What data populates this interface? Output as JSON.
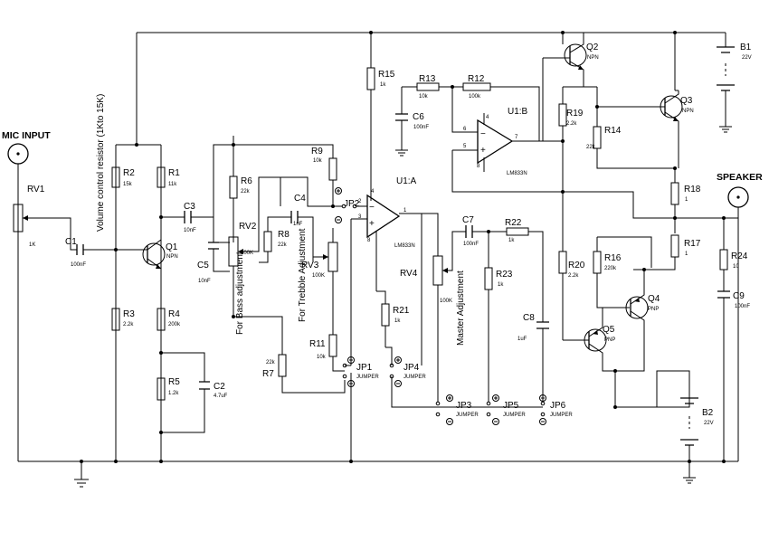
{
  "labels": {
    "mic_input": "MIC INPUT",
    "speaker": "SPEAKER",
    "volume_note": "Volume control resistor (1Kto 15K)",
    "bass_note": "For Bass adjustment",
    "treble_note": "For Trebble Adjustment",
    "master_note": "Master Adjustment"
  },
  "components": {
    "RV1": {
      "ref": "RV1",
      "value": "1K"
    },
    "C1": {
      "ref": "C1",
      "value": "100nF"
    },
    "R2": {
      "ref": "R2",
      "value": "15k"
    },
    "R1": {
      "ref": "R1",
      "value": "11k"
    },
    "R3": {
      "ref": "R3",
      "value": "2.2k"
    },
    "R4": {
      "ref": "R4",
      "value": "200k"
    },
    "R5": {
      "ref": "R5",
      "value": "1.2k"
    },
    "C2": {
      "ref": "C2",
      "value": "4.7uF"
    },
    "Q1": {
      "ref": "Q1",
      "value": "NPN"
    },
    "C3": {
      "ref": "C3",
      "value": "10nF"
    },
    "R6": {
      "ref": "R6",
      "value": "22k"
    },
    "RV2": {
      "ref": "RV2",
      "value": "100K"
    },
    "C5": {
      "ref": "C5",
      "value": "10nF"
    },
    "R8": {
      "ref": "R8",
      "value": "22k"
    },
    "C4": {
      "ref": "C4",
      "value": "1nF"
    },
    "RV3": {
      "ref": "RV3",
      "value": "100K"
    },
    "R9": {
      "ref": "R9",
      "value": "10k"
    },
    "R11": {
      "ref": "R11",
      "value": "10k"
    },
    "R7": {
      "ref": "R7",
      "value": "22k"
    },
    "JP2": {
      "ref": "JP2",
      "value": ""
    },
    "JP1": {
      "ref": "JP1",
      "value": "JUMPER"
    },
    "JP4": {
      "ref": "JP4",
      "value": "JUMPER"
    },
    "R15": {
      "ref": "R15",
      "value": "1k"
    },
    "U1A": {
      "ref": "U1:A",
      "value": "LM833N"
    },
    "R21": {
      "ref": "R21",
      "value": "1k"
    },
    "RV4": {
      "ref": "RV4",
      "value": "100K"
    },
    "C6": {
      "ref": "C6",
      "value": "100nF"
    },
    "R13": {
      "ref": "R13",
      "value": "10k"
    },
    "R12": {
      "ref": "R12",
      "value": "100k"
    },
    "U1B": {
      "ref": "U1:B",
      "value": "LM833N"
    },
    "C7": {
      "ref": "C7",
      "value": "100nF"
    },
    "R22": {
      "ref": "R22",
      "value": "1k"
    },
    "R23": {
      "ref": "R23",
      "value": "1k"
    },
    "C8": {
      "ref": "C8",
      "value": "1uF"
    },
    "JP3": {
      "ref": "JP3",
      "value": "JUMPER"
    },
    "JP5": {
      "ref": "JP5",
      "value": "JUMPER"
    },
    "JP6": {
      "ref": "JP6",
      "value": "JUMPER"
    },
    "Q2": {
      "ref": "Q2",
      "value": "NPN"
    },
    "Q3": {
      "ref": "Q3",
      "value": "NPN"
    },
    "R19": {
      "ref": "R19",
      "value": "2.2k"
    },
    "R14": {
      "ref": "R14",
      "value": "22k"
    },
    "R18": {
      "ref": "R18",
      "value": "1"
    },
    "R16": {
      "ref": "R16",
      "value": "220k"
    },
    "R17": {
      "ref": "R17",
      "value": "1"
    },
    "R20": {
      "ref": "R20",
      "value": "2.2k"
    },
    "Q4": {
      "ref": "Q4",
      "value": "PNP"
    },
    "Q5": {
      "ref": "Q5",
      "value": "PNP"
    },
    "R24": {
      "ref": "R24",
      "value": "10"
    },
    "C9": {
      "ref": "C9",
      "value": "100nF"
    },
    "B1": {
      "ref": "B1",
      "value": "22V"
    },
    "B2": {
      "ref": "B2",
      "value": "22V"
    }
  },
  "pins": {
    "u1a_minus": "2",
    "u1a_plus": "3",
    "u1a_out": "1",
    "u1a_vplus": "4",
    "u1a_vminus": "8",
    "u1b_minus": "6",
    "u1b_plus": "5",
    "u1b_out": "7",
    "u1b_vplus": "4",
    "u1b_vminus": "8",
    "sign_minus": "−",
    "sign_plus": "+"
  }
}
